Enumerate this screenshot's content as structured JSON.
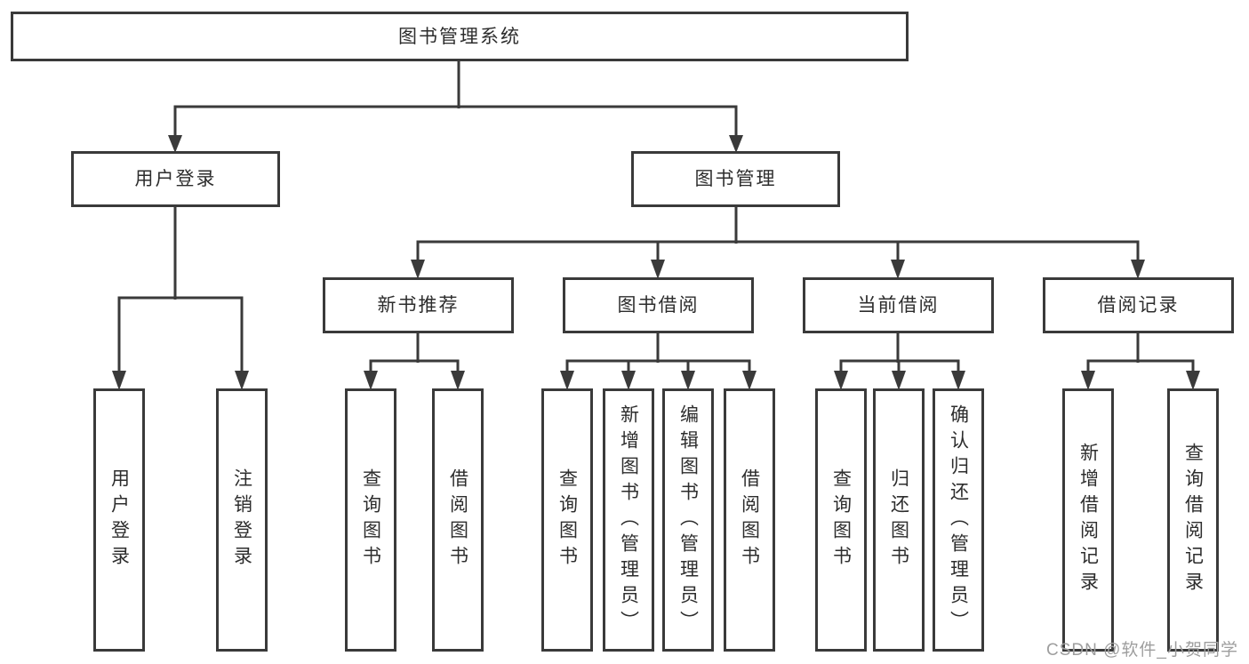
{
  "nodes": {
    "root": "图书管理系统",
    "level2": [
      "用户登录",
      "图书管理"
    ],
    "level3": [
      "新书推荐",
      "图书借阅",
      "当前借阅",
      "借阅记录"
    ],
    "login_children": [
      "用户登录",
      "注销登录"
    ],
    "recommend_children": [
      "查询图书",
      "借阅图书"
    ],
    "borrow_children": [
      "查询图书",
      "新增图书（管理员）",
      "编辑图书（管理员）",
      "借阅图书"
    ],
    "current_children": [
      "查询图书",
      "归还图书",
      "确认归还（管理员）"
    ],
    "record_children": [
      "新增借阅记录",
      "查询借阅记录"
    ]
  },
  "watermark": {
    "text": "CSDN @软件_小贺同学"
  },
  "colors": {
    "line": "#3a3a3a",
    "border": "#3a3a3a",
    "text": "#2d2d2d",
    "background": "#ffffff",
    "watermark": "#9e9e9e"
  }
}
